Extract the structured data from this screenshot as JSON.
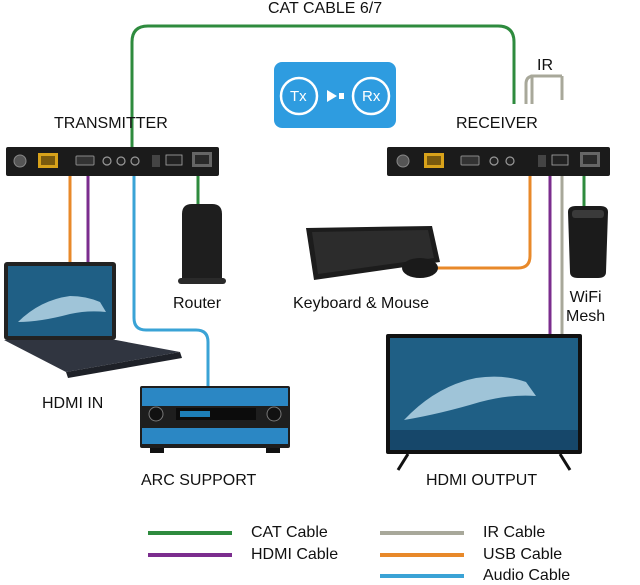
{
  "top_label": "CAT CABLE 6/7",
  "ir_label": "IR",
  "badge": {
    "tx": "Tx",
    "rx": "Rx",
    "color": "#2E9CE0"
  },
  "transmitter_label": "TRANSMITTER",
  "receiver_label": "RECEIVER",
  "devices": {
    "router": "Router",
    "keyboard_mouse": "Keyboard & Mouse",
    "wifi_mesh": "WiFi\nMesh",
    "hdmi_in": "HDMI IN",
    "arc_support": "ARC SUPPORT",
    "hdmi_output": "HDMI OUTPUT"
  },
  "legend": [
    {
      "label": "CAT Cable",
      "color": "#2E8B3E"
    },
    {
      "label": "HDMI Cable",
      "color": "#7B2D8E"
    },
    {
      "label": "IR Cable",
      "color": "#A8A89A"
    },
    {
      "label": "USB Cable",
      "color": "#E8892A"
    },
    {
      "label": "Audio Cable",
      "color": "#3AA3D6"
    }
  ]
}
